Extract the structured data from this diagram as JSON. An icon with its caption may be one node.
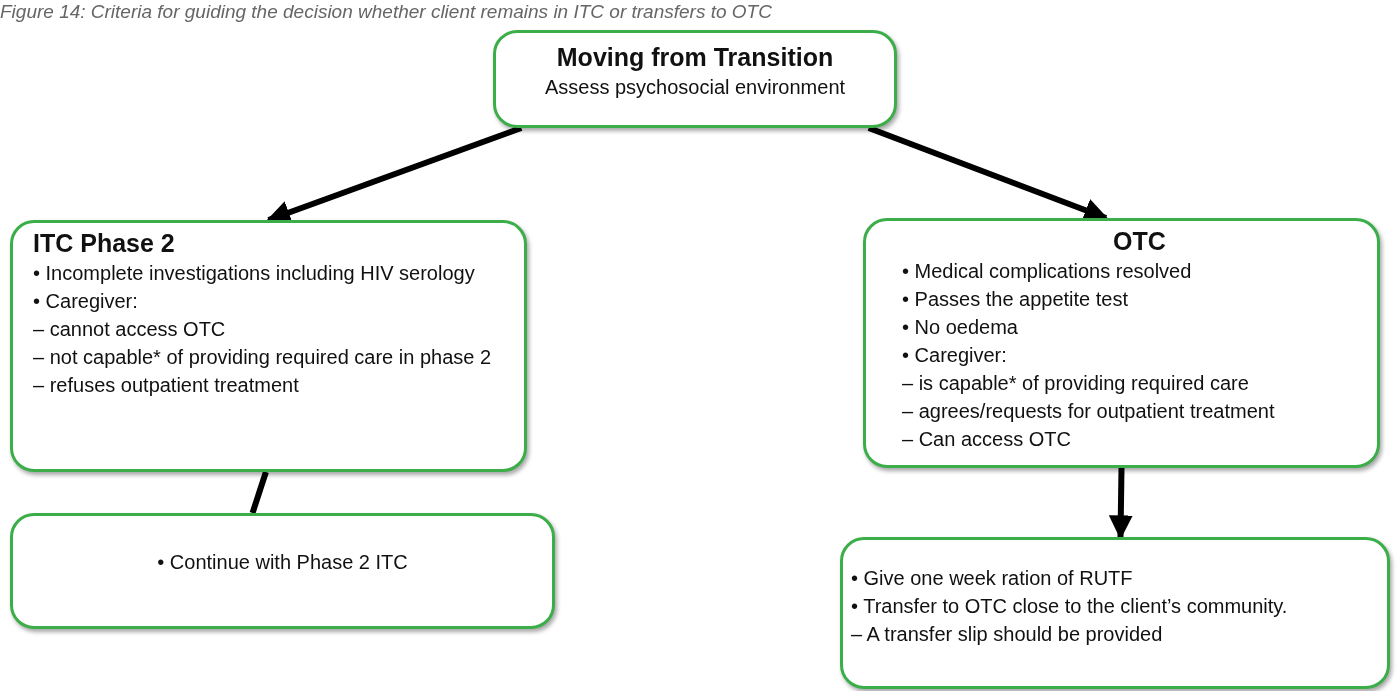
{
  "diagram": {
    "title": "Figure 14: Criteria for guiding the decision whether client remains in ITC or transfers to OTC",
    "nodes": [
      {
        "text": [
          "Moving from Transition",
          "Assess psychosocial environment"
        ]
      },
      {
        "text": [
          "ITC Phase 2",
          "• Incomplete investigations including HIV serology",
          "• Caregiver:",
          "– cannot access OTC",
          "– not capable* of providing required care in phase 2",
          "– refuses outpatient treatment"
        ]
      },
      {
        "text": [
          "OTC",
          "• Medical complications resolved",
          "• Passes the appetite test",
          "• No oedema",
          "• Caregiver:",
          "– is capable* of providing required care",
          "– agrees/requests for outpatient treatment",
          "– Can access OTC"
        ]
      },
      {
        "text": [
          "• Continue with Phase 2 ITC"
        ]
      },
      {
        "text": [
          "• Give one week ration of RUTF",
          "• Transfer to OTC close to the client’s community.",
          "– A transfer slip should be provided"
        ]
      }
    ],
    "edges": [
      {
        "from": 0,
        "to": 1,
        "arrow": "to"
      },
      {
        "from": 0,
        "to": 2,
        "arrow": "to"
      },
      {
        "from": 1,
        "to": 3,
        "arrow": "none"
      },
      {
        "from": 2,
        "to": 4,
        "arrow": "to"
      }
    ]
  }
}
